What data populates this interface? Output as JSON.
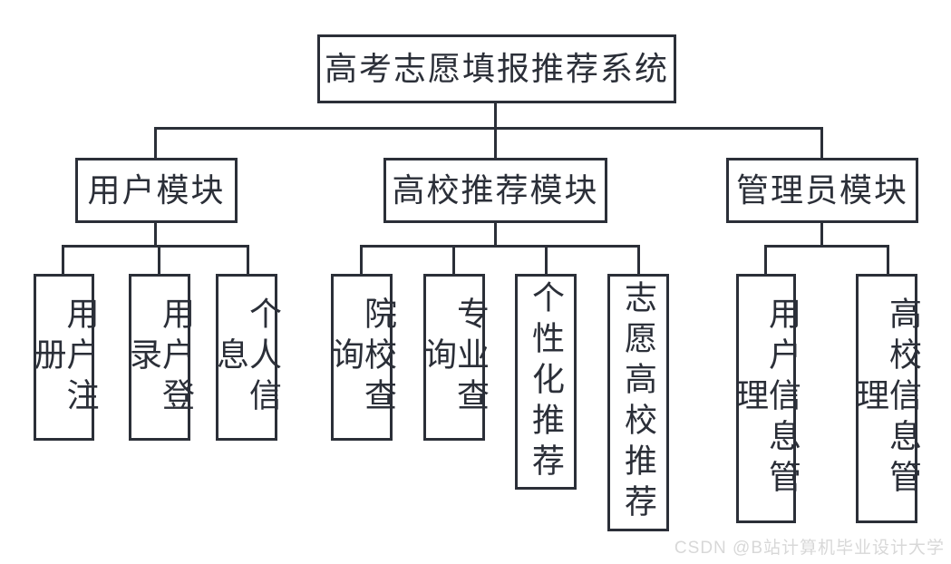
{
  "title": "高考志愿填报推荐系统",
  "modules": [
    {
      "label": "用户模块",
      "children": [
        "用户注册",
        "用户登录",
        "个人信息"
      ]
    },
    {
      "label": "高校推荐模块",
      "children": [
        "院校查询",
        "专业查询",
        "个性化推荐",
        "志愿高校推荐"
      ]
    },
    {
      "label": "管理员模块",
      "children": [
        "用户信息管理",
        "高校信息管理"
      ]
    }
  ],
  "watermark": "CSDN @B站计算机毕业设计大学",
  "colors": {
    "line": "#2b2f38",
    "background": "#ffffff",
    "watermark_text": "#d8d8d8"
  }
}
